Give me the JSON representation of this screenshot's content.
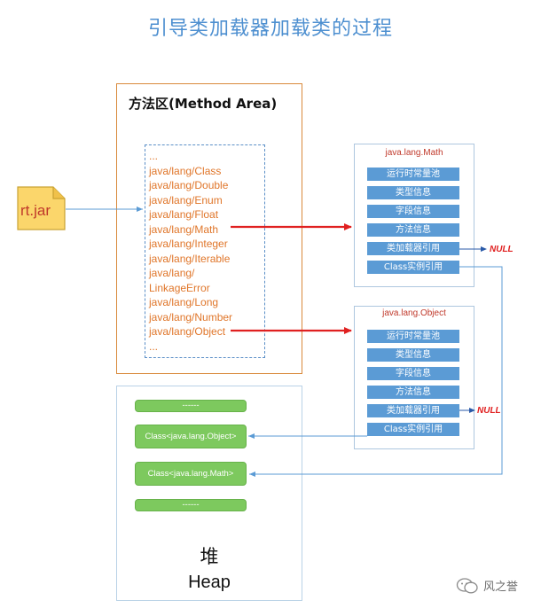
{
  "title": "引导类加载器加载类的过程",
  "method_area": {
    "title": "方法区(Method Area)",
    "entries": [
      "...",
      "java/lang/Class",
      "java/lang/Double",
      "java/lang/Enum",
      "java/lang/Float",
      "java/lang/Math",
      "java/lang/Integer",
      "java/lang/Iterable",
      "java/lang/",
      "LinkageError",
      "java/lang/Long",
      "java/lang/Number",
      "java/lang/Object",
      "..."
    ]
  },
  "jar_file": {
    "label": "rt.jar"
  },
  "math_class": {
    "title": "java.lang.Math",
    "fields": [
      "运行时常量池",
      "类型信息",
      "字段信息",
      "方法信息",
      "类加载器引用",
      "Class实例引用"
    ],
    "null_label": "NULL"
  },
  "object_class": {
    "title": "java.lang.Object",
    "fields": [
      "运行时常量池",
      "类型信息",
      "字段信息",
      "方法信息",
      "类加载器引用",
      "Class实例引用"
    ],
    "null_label": "NULL"
  },
  "heap": {
    "label_cn": "堆",
    "label_en": "Heap",
    "items": [
      "------",
      "Class<java.lang.Object>",
      "Class<java.lang.Math>",
      "------"
    ]
  },
  "watermark": {
    "text": "风之誉"
  },
  "colors": {
    "title": "#4d8fd0",
    "entry_text": "#e0762a",
    "field_fill": "#5b9bd5",
    "heap_pill": "#7dc95e",
    "red_arrow": "#e02020",
    "blue_arrow": "#5b9bd5"
  }
}
